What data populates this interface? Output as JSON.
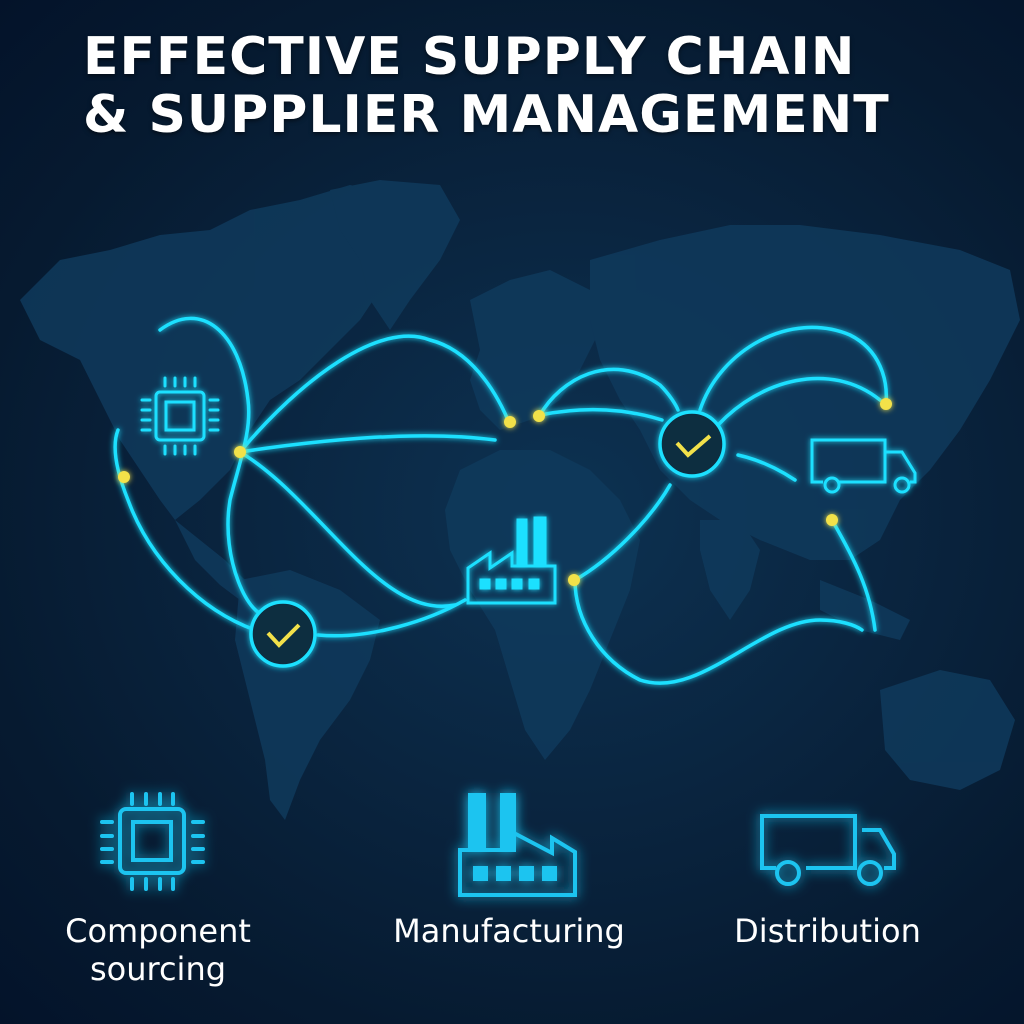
{
  "title": {
    "line1": "EFFECTIVE SUPPLY CHAIN",
    "line2": "& SUPPLIER MANAGEMENT"
  },
  "colors": {
    "background": "#061a30",
    "land": "#0f3a5c",
    "route": "#1ee0ff",
    "node": "#f2e14a",
    "check": "#f2e14a",
    "icon": "#1fc4f0",
    "text": "#ffffff"
  },
  "map": {
    "icons": [
      {
        "name": "chip-icon",
        "region": "north-america"
      },
      {
        "name": "factory-icon",
        "region": "west-africa"
      },
      {
        "name": "truck-icon",
        "region": "east-asia"
      },
      {
        "name": "checkmark-icon",
        "region": "south-america"
      },
      {
        "name": "checkmark-icon",
        "region": "central-asia"
      }
    ],
    "node_count": 7
  },
  "categories": [
    {
      "icon": "chip-icon",
      "label_line1": "Component",
      "label_line2": "sourcing"
    },
    {
      "icon": "factory-icon",
      "label_line1": "Manufacturing"
    },
    {
      "icon": "truck-icon",
      "label_line1": "Distribution"
    }
  ]
}
